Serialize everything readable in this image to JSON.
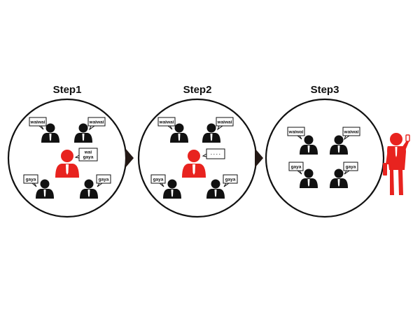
{
  "steps": [
    {
      "title": "Step1",
      "people": [
        {
          "role": "listener",
          "bubble": [
            "waiwai"
          ]
        },
        {
          "role": "listener",
          "bubble": [
            "waiwai"
          ]
        },
        {
          "role": "speaker",
          "bubble": [
            "wai",
            "gaya"
          ]
        },
        {
          "role": "listener",
          "bubble": [
            "gaya"
          ]
        },
        {
          "role": "listener",
          "bubble": [
            "gaya"
          ]
        }
      ]
    },
    {
      "title": "Step2",
      "people": [
        {
          "role": "listener",
          "bubble": [
            "waiwai"
          ]
        },
        {
          "role": "listener",
          "bubble": [
            "waiwai"
          ]
        },
        {
          "role": "speaker",
          "bubble": [
            "· · · ·"
          ]
        },
        {
          "role": "listener",
          "bubble": [
            "gaya"
          ]
        },
        {
          "role": "listener",
          "bubble": [
            "gaya"
          ]
        }
      ]
    },
    {
      "title": "Step3",
      "people": [
        {
          "role": "listener",
          "bubble": [
            "waiwai"
          ]
        },
        {
          "role": "listener",
          "bubble": [
            "waiwai"
          ]
        },
        {
          "role": "listener",
          "bubble": [
            "gaya"
          ]
        },
        {
          "role": "listener",
          "bubble": [
            "gaya"
          ]
        }
      ]
    }
  ],
  "colors": {
    "speaker": "#e8231f",
    "listener": "#111111",
    "circle_stroke": "#111111",
    "arrow": "#231815"
  },
  "icons": {
    "arrow": "triangle-right-icon",
    "leaving_person": "person-with-phone-icon"
  }
}
